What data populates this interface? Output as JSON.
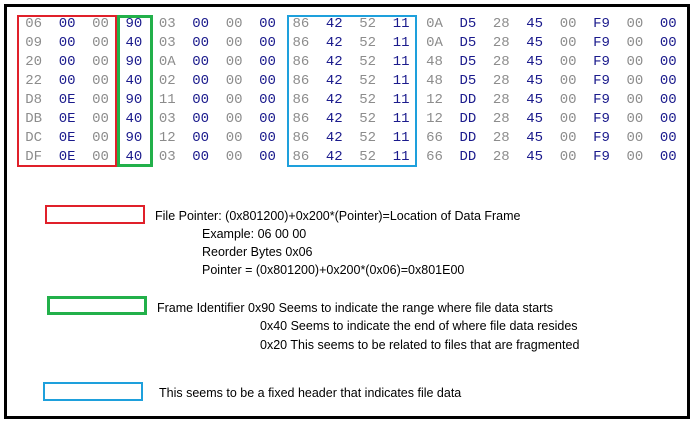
{
  "hex_rows": [
    [
      "06",
      "00",
      "00",
      "90",
      "03",
      "00",
      "00",
      "00",
      "86",
      "42",
      "52",
      "11",
      "0A",
      "D5",
      "28",
      "45",
      "00",
      "F9",
      "00",
      "00"
    ],
    [
      "09",
      "00",
      "00",
      "40",
      "03",
      "00",
      "00",
      "00",
      "86",
      "42",
      "52",
      "11",
      "0A",
      "D5",
      "28",
      "45",
      "00",
      "F9",
      "00",
      "00"
    ],
    [
      "20",
      "00",
      "00",
      "90",
      "0A",
      "00",
      "00",
      "00",
      "86",
      "42",
      "52",
      "11",
      "48",
      "D5",
      "28",
      "45",
      "00",
      "F9",
      "00",
      "00"
    ],
    [
      "22",
      "00",
      "00",
      "40",
      "02",
      "00",
      "00",
      "00",
      "86",
      "42",
      "52",
      "11",
      "48",
      "D5",
      "28",
      "45",
      "00",
      "F9",
      "00",
      "00"
    ],
    [
      "D8",
      "0E",
      "00",
      "90",
      "11",
      "00",
      "00",
      "00",
      "86",
      "42",
      "52",
      "11",
      "12",
      "DD",
      "28",
      "45",
      "00",
      "F9",
      "00",
      "00"
    ],
    [
      "DB",
      "0E",
      "00",
      "40",
      "03",
      "00",
      "00",
      "00",
      "86",
      "42",
      "52",
      "11",
      "12",
      "DD",
      "28",
      "45",
      "00",
      "F9",
      "00",
      "00"
    ],
    [
      "DC",
      "0E",
      "00",
      "90",
      "12",
      "00",
      "00",
      "00",
      "86",
      "42",
      "52",
      "11",
      "66",
      "DD",
      "28",
      "45",
      "00",
      "F9",
      "00",
      "00"
    ],
    [
      "DF",
      "0E",
      "00",
      "40",
      "03",
      "00",
      "00",
      "00",
      "86",
      "42",
      "52",
      "11",
      "66",
      "DD",
      "28",
      "45",
      "00",
      "F9",
      "00",
      "00"
    ]
  ],
  "column_colors": [
    "#8c8c8c",
    "#1a1a8c",
    "#8c8c8c",
    "#1a1a8c",
    "#8c8c8c",
    "#1a1a8c",
    "#8c8c8c",
    "#1a1a8c",
    "#8c8c8c",
    "#1a1a8c",
    "#8c8c8c",
    "#1a1a8c",
    "#8c8c8c",
    "#1a1a8c",
    "#8c8c8c",
    "#1a1a8c",
    "#8c8c8c",
    "#1a1a8c",
    "#8c8c8c",
    "#1a1a8c"
  ],
  "colors": {
    "file_pointer": "#e0202a",
    "frame_identifier": "#22b04a",
    "fixed_header": "#1ea0dc",
    "border": "#000000"
  },
  "legend": {
    "file_pointer": {
      "title": "File Pointer: (0x801200)+0x200*(Pointer)=Location of Data Frame",
      "example": "Example: 06 00 00",
      "reorder": "Reorder Bytes 0x06",
      "pointer": "Pointer = (0x801200)+0x200*(0x06)=0x801E00"
    },
    "frame_identifier": {
      "line1": "Frame Identifier 0x90 Seems to indicate the range where file data starts",
      "line2": "0x40 Seems to indicate the end of where file data resides",
      "line3": "0x20 This seems to be related to files that are fragmented"
    },
    "fixed_header": {
      "text": "This seems to be a fixed header that indicates file data"
    }
  }
}
